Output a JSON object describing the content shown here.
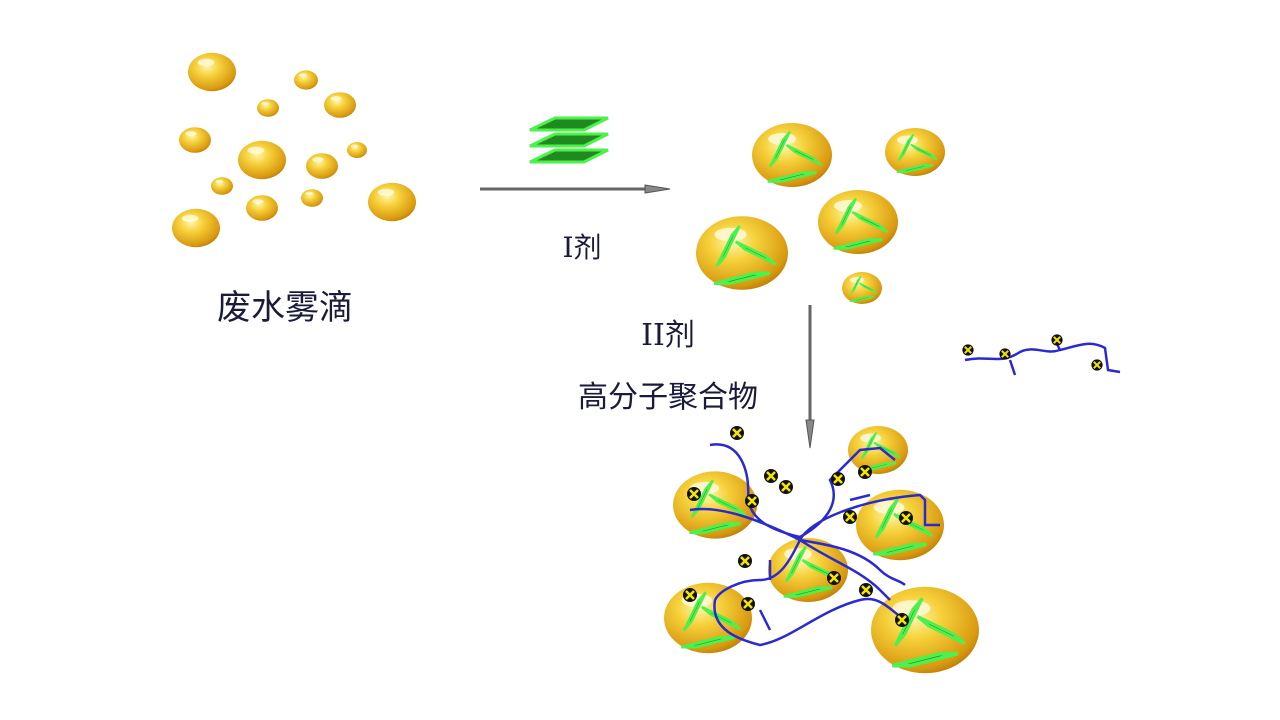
{
  "labels": {
    "droplets": "废水雾滴",
    "agent1": "I剂",
    "agent2": "II剂",
    "polymer": "高分子聚合物"
  },
  "colors": {
    "droplet": "#f2c12e",
    "plate": "#1f8a1f",
    "plate_edge": "#4df04d",
    "polymer": "#2a2ad0",
    "charge": "#f5e600",
    "arrow": "#555555"
  }
}
